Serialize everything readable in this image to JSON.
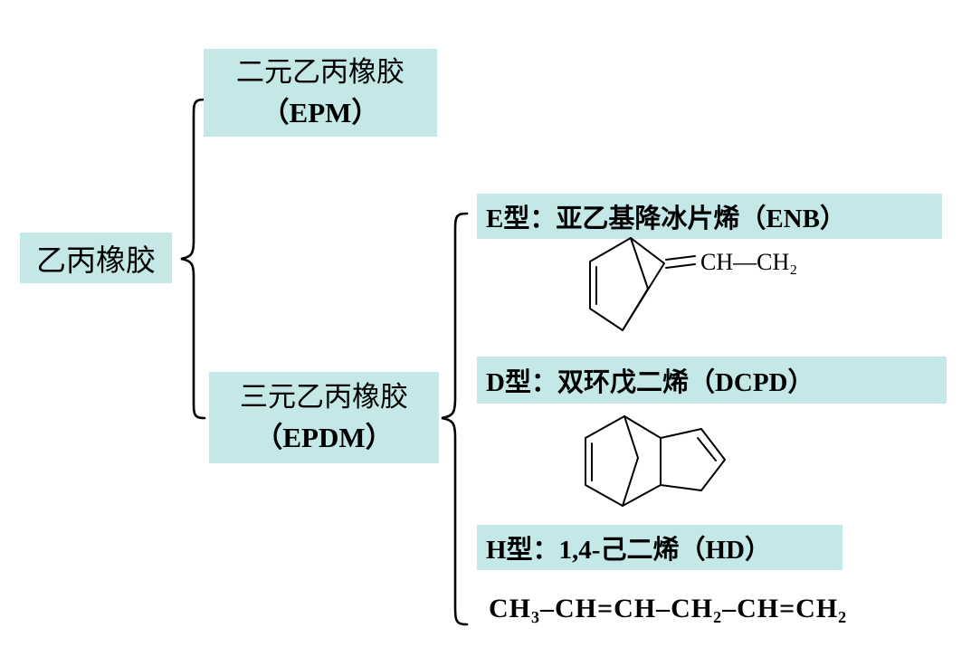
{
  "root": {
    "label": "乙丙橡胶"
  },
  "branches": {
    "epm": {
      "line1": "二元乙丙橡胶",
      "line2": "（EPM）"
    },
    "epdm": {
      "line1": "三元乙丙橡胶",
      "line2": "（EPDM）"
    }
  },
  "types": [
    {
      "id": "E",
      "label": "E型：亚乙基降冰片烯（ENB）",
      "pendant": "CH—CH₂",
      "structure": "ethylidene-norbornene-skeleton"
    },
    {
      "id": "D",
      "label": "D型：双环戊二烯（DCPD）",
      "structure": "dicyclopentadiene-skeleton"
    },
    {
      "id": "H",
      "label": "H型：1,4-己二烯（HD）",
      "formula": "CH₃–CH=CH–CH₂–CH=CH₂"
    }
  ],
  "colors": {
    "box_bg": "#c4e7e7",
    "line": "#000000"
  }
}
